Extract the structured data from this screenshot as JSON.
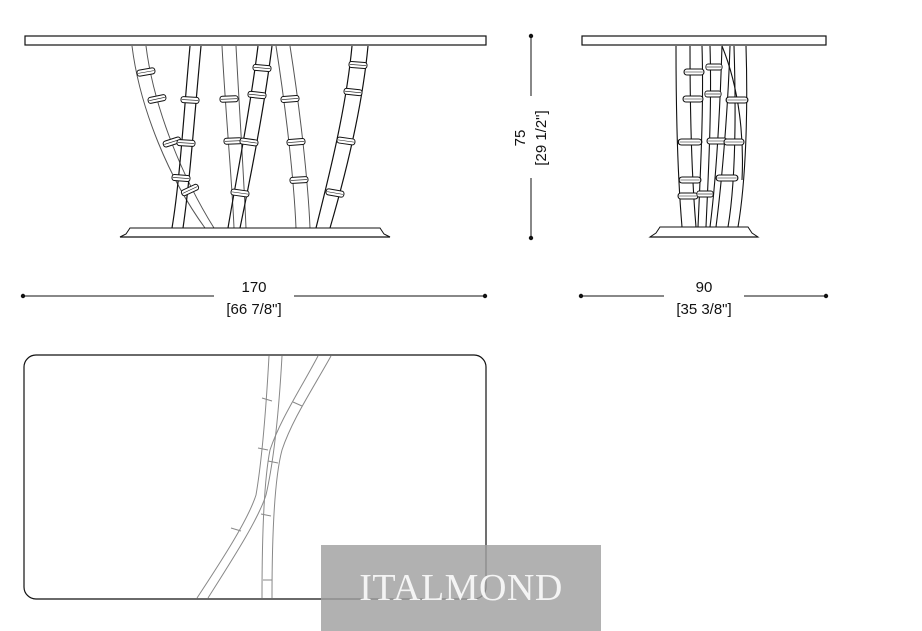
{
  "dimensions": {
    "front_width_cm": "170",
    "front_width_in": "[66 7/8\"]",
    "height_cm": "75",
    "height_in": "[29 1/2\"]",
    "side_depth_cm": "90",
    "side_depth_in": "[35 3/8\"]"
  },
  "watermark": {
    "text": "ITALMOND"
  },
  "colors": {
    "line": "#111111",
    "stem_fill": "#ffffff",
    "watermark_bg": "#a0a0a0",
    "watermark_text": "#f4f4f4"
  }
}
